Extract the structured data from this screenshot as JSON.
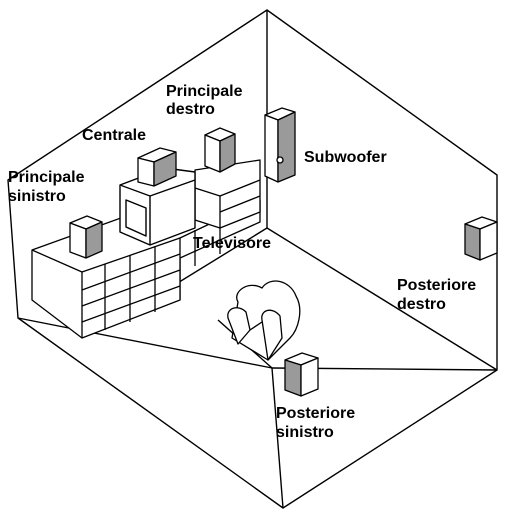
{
  "labels": {
    "principale_destro": [
      "Principale",
      "destro"
    ],
    "centrale": "Centrale",
    "subwoofer": "Subwoofer",
    "principale_sinistro": [
      "Principale",
      "sinistro"
    ],
    "televisore": "Televisore",
    "posteriore_destro": [
      "Posteriore",
      "destro"
    ],
    "posteriore_sinistro": [
      "Posteriore",
      "sinistro"
    ]
  },
  "colors": {
    "line": "#000000",
    "speaker_face": "#9a9a9a",
    "speaker_top": "#ffffff",
    "background": "#ffffff"
  }
}
